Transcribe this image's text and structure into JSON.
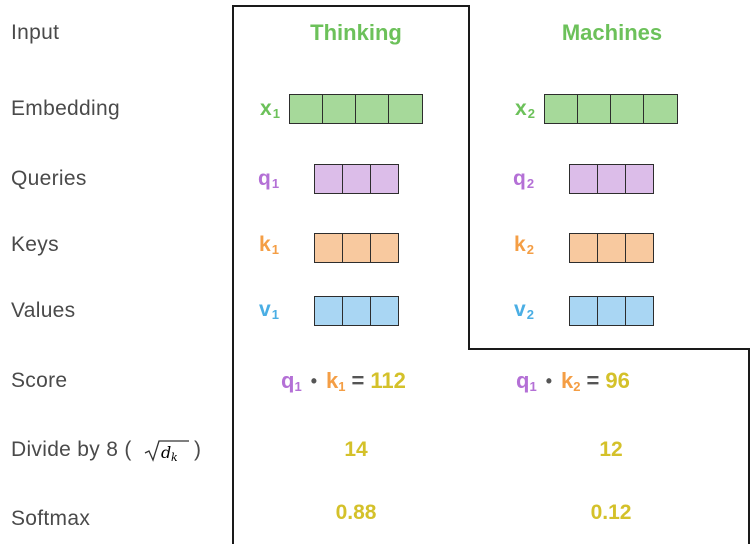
{
  "row_labels": {
    "input": "Input",
    "embedding": "Embedding",
    "queries": "Queries",
    "keys": "Keys",
    "values": "Values",
    "score": "Score",
    "divide": "Divide by 8 (",
    "divide_close": ")",
    "softmax": "Softmax"
  },
  "sqrt_term": {
    "base": "d",
    "sub": "k"
  },
  "words": [
    "Thinking",
    "Machines"
  ],
  "tokens": [
    {
      "x": "x",
      "x_sub": "1",
      "q": "q",
      "q_sub": "1",
      "k": "k",
      "k_sub": "1",
      "v": "v",
      "v_sub": "1",
      "score": {
        "q": "q",
        "q_sub": "1",
        "k": "k",
        "k_sub": "1",
        "eq": "=",
        "value": "112"
      },
      "divided": "14",
      "softmax": "0.88"
    },
    {
      "x": "x",
      "x_sub": "2",
      "q": "q",
      "q_sub": "2",
      "k": "k",
      "k_sub": "2",
      "v": "v",
      "v_sub": "2",
      "score": {
        "q": "q",
        "q_sub": "1",
        "k": "k",
        "k_sub": "2",
        "eq": "=",
        "value": "96"
      },
      "divided": "12",
      "softmax": "0.12"
    }
  ],
  "colors": {
    "embedding": "#a6d99a",
    "query": "#dcbde9",
    "key": "#f8c99f",
    "value": "#a9d6f3",
    "score_text": "#d4c12a"
  },
  "score_dot": "•"
}
